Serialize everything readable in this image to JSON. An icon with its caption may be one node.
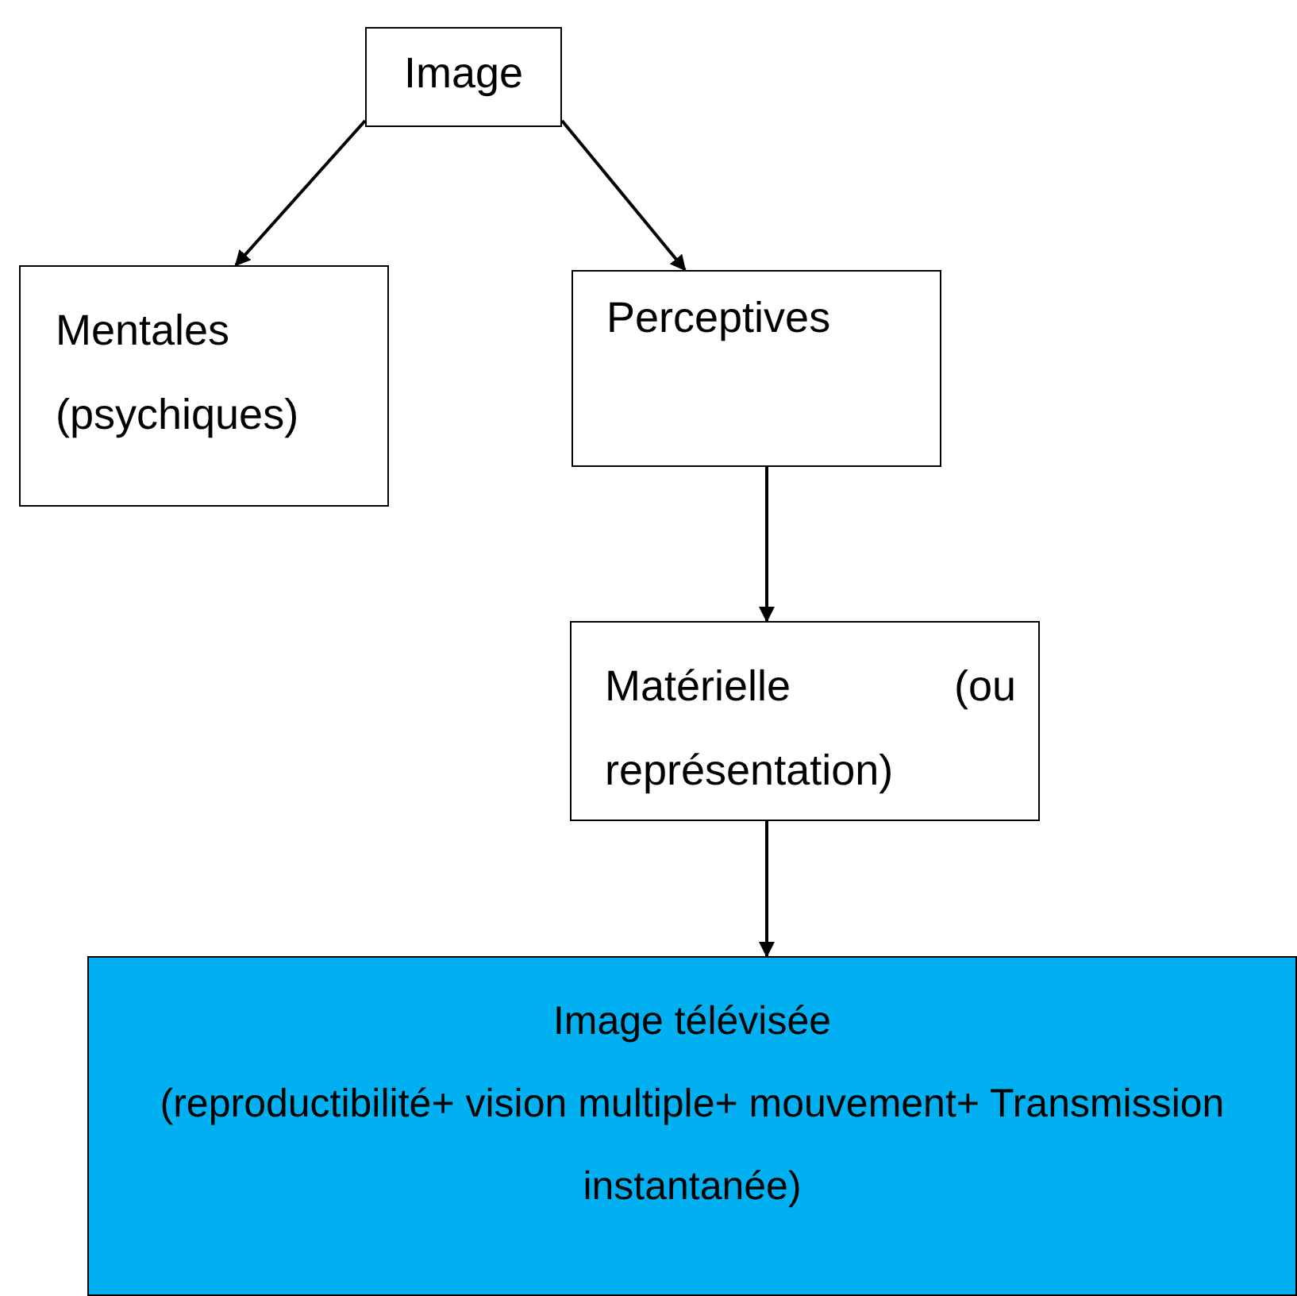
{
  "diagram": {
    "nodes": [
      {
        "text": [
          "Image"
        ]
      },
      {
        "text": [
          "Mentales (psychiques)"
        ]
      },
      {
        "text": [
          "Perceptives"
        ]
      },
      {
        "text": [
          "Matérielle (ou représentation)"
        ]
      },
      {
        "text": [
          "Image télévisée",
          "(reproductibilité+ vision multiple+ mouvement+ Transmission instantanée)"
        ]
      }
    ],
    "edges": [
      {
        "from": 0,
        "to": 1,
        "arrow": "to"
      },
      {
        "from": 0,
        "to": 2,
        "arrow": "to"
      },
      {
        "from": 2,
        "to": 3,
        "arrow": "to"
      },
      {
        "from": 3,
        "to": 4,
        "arrow": "to"
      }
    ]
  }
}
